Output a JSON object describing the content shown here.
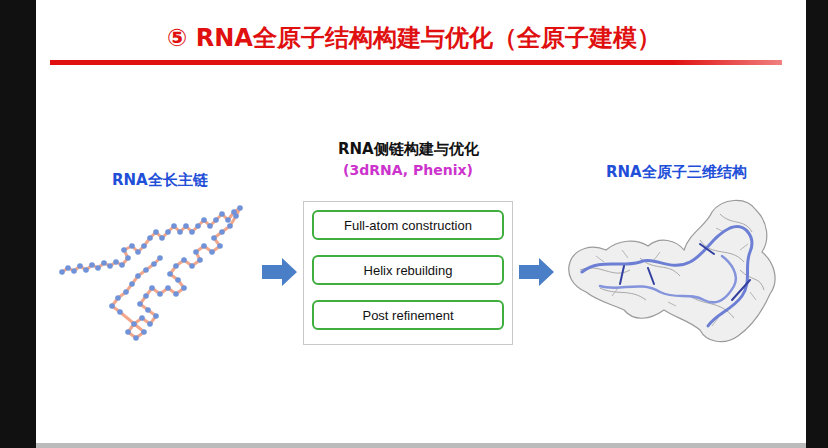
{
  "diagram": {
    "title": "⑤ RNA全原子结构构建与优化（全原子建模）",
    "nodes": [
      {
        "text": [
          "RNA侧链构建与优化",
          "(3dRNA, Phenix)"
        ]
      },
      {
        "text": [
          "Full-atom construction"
        ],
        "in": 0
      },
      {
        "text": [
          "Helix rebuilding"
        ],
        "in": 0
      },
      {
        "text": [
          "Post refinement"
        ],
        "in": 0
      }
    ],
    "labels": [
      "RNA全长主链",
      "RNA全原子三维结构"
    ]
  }
}
